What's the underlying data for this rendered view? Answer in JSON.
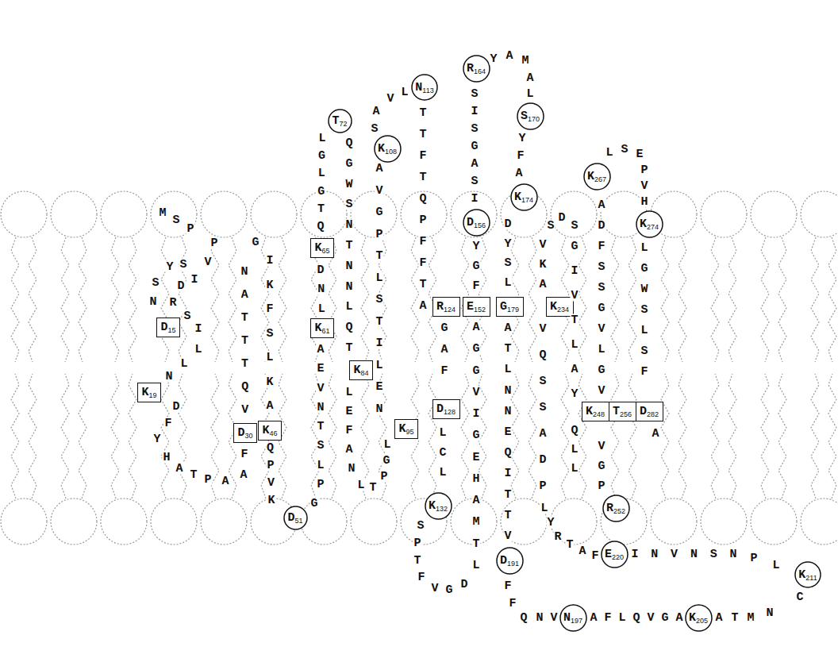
{
  "diagram": {
    "nodes": [
      {
        "text": [
          "D",
          "15"
        ]
      },
      {
        "text": [
          "K",
          "19"
        ]
      },
      {
        "text": [
          "D",
          "30"
        ]
      },
      {
        "text": [
          "K",
          "46"
        ]
      },
      {
        "text": [
          "D",
          "51"
        ]
      },
      {
        "text": [
          "K",
          "61"
        ]
      },
      {
        "text": [
          "K",
          "65"
        ]
      },
      {
        "text": [
          "T",
          "72"
        ]
      },
      {
        "text": [
          "K",
          "84"
        ]
      },
      {
        "text": [
          "K",
          "95"
        ]
      },
      {
        "text": [
          "K",
          "108"
        ]
      },
      {
        "text": [
          "N",
          "113"
        ]
      },
      {
        "text": [
          "R",
          "124"
        ]
      },
      {
        "text": [
          "D",
          "128"
        ]
      },
      {
        "text": [
          "K",
          "132"
        ]
      },
      {
        "text": [
          "E",
          "152"
        ]
      },
      {
        "text": [
          "D",
          "156"
        ]
      },
      {
        "text": [
          "R",
          "164"
        ]
      },
      {
        "text": [
          "S",
          "170"
        ]
      },
      {
        "text": [
          "K",
          "174"
        ]
      },
      {
        "text": [
          "G",
          "179"
        ]
      },
      {
        "text": [
          "D",
          "191"
        ]
      },
      {
        "text": [
          "N",
          "197"
        ]
      },
      {
        "text": [
          "K",
          "205"
        ]
      },
      {
        "text": [
          "K",
          "211"
        ]
      },
      {
        "text": [
          "E",
          "220"
        ]
      },
      {
        "text": [
          "K",
          "234"
        ]
      },
      {
        "text": [
          "K",
          "248"
        ]
      },
      {
        "text": [
          "R",
          "252"
        ]
      },
      {
        "text": [
          "T",
          "256"
        ]
      },
      {
        "text": [
          "K",
          "267"
        ]
      },
      {
        "text": [
          "K",
          "274"
        ]
      },
      {
        "text": [
          "D",
          "282"
        ]
      }
    ],
    "labels": [
      "M",
      "S",
      "P",
      "P",
      "V",
      "I",
      "S",
      "Y",
      "S",
      "D",
      "N",
      "R",
      "S",
      "I",
      "L",
      "L",
      "N",
      "D",
      "F",
      "Y",
      "H",
      "A",
      "T",
      "P",
      "A",
      "A",
      "F",
      "V",
      "Q",
      "T",
      "T",
      "T",
      "A",
      "N",
      "G",
      "I",
      "K",
      "F",
      "S",
      "L",
      "K",
      "A",
      "Q",
      "P",
      "V",
      "K",
      "G",
      "P",
      "L",
      "S",
      "T",
      "N",
      "V",
      "E",
      "A",
      "L",
      "N",
      "D",
      "Q",
      "T",
      "G",
      "L",
      "G",
      "L",
      "Q",
      "G",
      "W",
      "S",
      "N",
      "T",
      "N",
      "N",
      "L",
      "Q",
      "T",
      "L",
      "E",
      "F",
      "A",
      "N",
      "L",
      "T",
      "P",
      "G",
      "L",
      "N",
      "E",
      "L",
      "I",
      "T",
      "S",
      "L",
      "T",
      "P",
      "G",
      "V",
      "A",
      "S",
      "A",
      "V",
      "L",
      "T",
      "T",
      "F",
      "T",
      "Q",
      "P",
      "F",
      "F",
      "T",
      "A",
      "G",
      "A",
      "F",
      "L",
      "C",
      "L",
      "S",
      "P",
      "T",
      "F",
      "V",
      "G",
      "D",
      "L",
      "T",
      "M",
      "A",
      "H",
      "E",
      "G",
      "I",
      "V",
      "G",
      "G",
      "A",
      "F",
      "G",
      "Y",
      "I",
      "S",
      "A",
      "G",
      "S",
      "I",
      "S",
      "Y",
      "A",
      "M",
      "A",
      "L",
      "Y",
      "F",
      "A",
      "D",
      "Y",
      "S",
      "L",
      "A",
      "T",
      "L",
      "N",
      "N",
      "E",
      "Q",
      "I",
      "T",
      "T",
      "V",
      "F",
      "F",
      "Q",
      "N",
      "V",
      "A",
      "F",
      "L",
      "Q",
      "V",
      "G",
      "A",
      "A",
      "T",
      "M",
      "N",
      "C",
      "L",
      "P",
      "N",
      "S",
      "N",
      "V",
      "N",
      "I",
      "F",
      "A",
      "T",
      "R",
      "Y",
      "L",
      "P",
      "D",
      "A",
      "S",
      "S",
      "Q",
      "V",
      "A",
      "K",
      "V",
      "S",
      "D",
      "S",
      "G",
      "I",
      "V",
      "T",
      "L",
      "A",
      "Y",
      "Q",
      "L",
      "L",
      "P",
      "G",
      "V",
      "V",
      "G",
      "L",
      "V",
      "G",
      "S",
      "S",
      "F",
      "D",
      "A",
      "L",
      "S",
      "E",
      "P",
      "V",
      "H",
      "L",
      "G",
      "W",
      "S",
      "L",
      "S",
      "F",
      "A"
    ]
  }
}
